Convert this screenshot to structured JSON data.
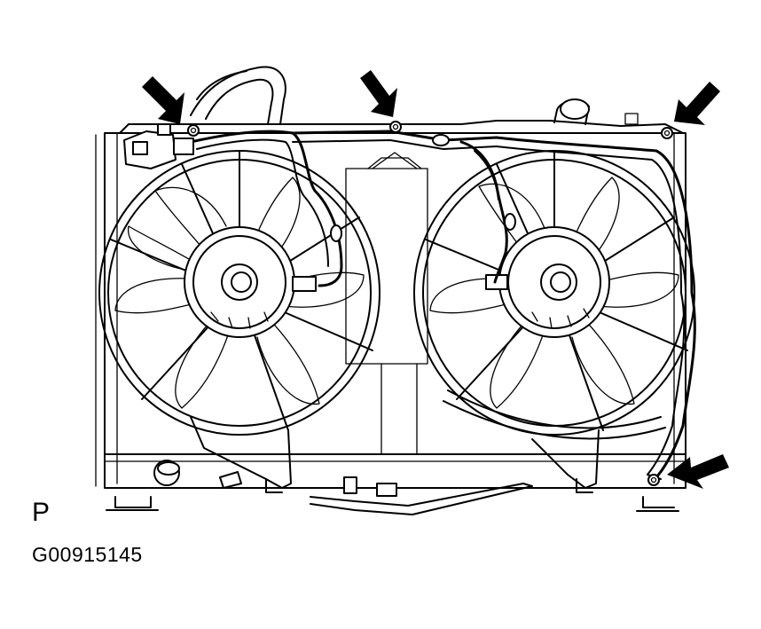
{
  "figure": {
    "view_label": "P",
    "figure_id": "G00915145"
  },
  "callouts": [
    {
      "name": "arrow-top-left-bolt",
      "icon": "arrow-pointer-icon"
    },
    {
      "name": "arrow-top-center-bolt",
      "icon": "arrow-pointer-icon"
    },
    {
      "name": "arrow-top-right-bolt",
      "icon": "arrow-pointer-icon"
    },
    {
      "name": "arrow-bottom-right-bolt",
      "icon": "arrow-pointer-icon"
    }
  ],
  "colors": {
    "line": "#000000",
    "background": "#ffffff"
  }
}
